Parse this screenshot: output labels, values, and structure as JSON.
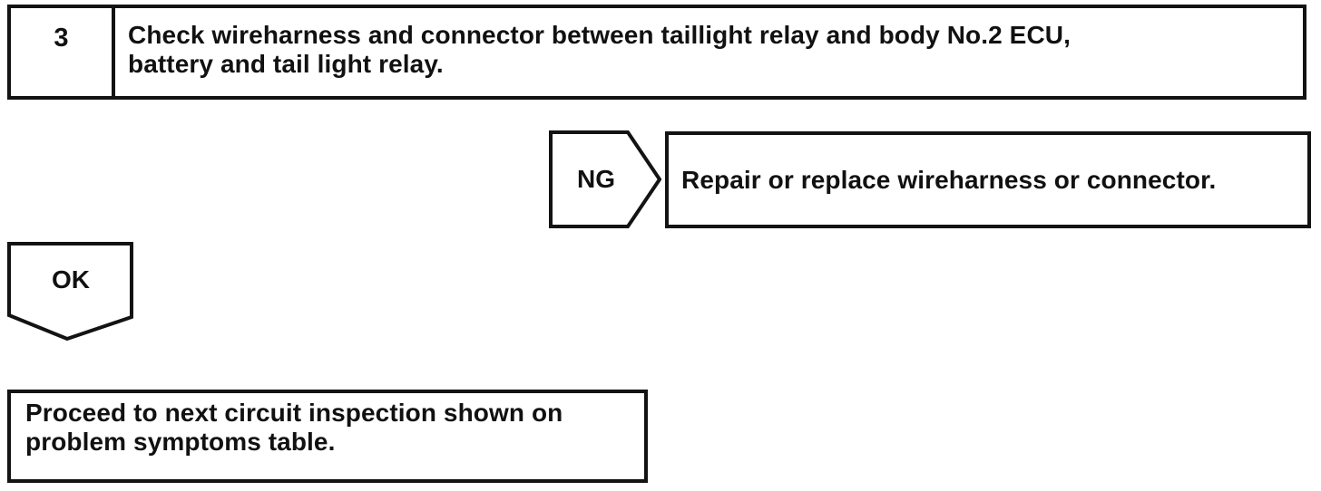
{
  "page": {
    "background": "#ffffff",
    "ink": "#111111",
    "border_color": "#131313"
  },
  "flowchart": {
    "step": {
      "number": "3",
      "instruction_lines": [
        "Check wireharness and connector between taillight relay and body No.2 ECU,",
        "battery and tail light relay."
      ]
    },
    "ng_branch": {
      "label": "NG",
      "action": "Repair or replace wireharness or connector."
    },
    "ok_branch": {
      "label": "OK"
    },
    "next_step": {
      "text_lines": [
        "Proceed to next circuit inspection shown on",
        "problem symptoms table."
      ]
    }
  }
}
